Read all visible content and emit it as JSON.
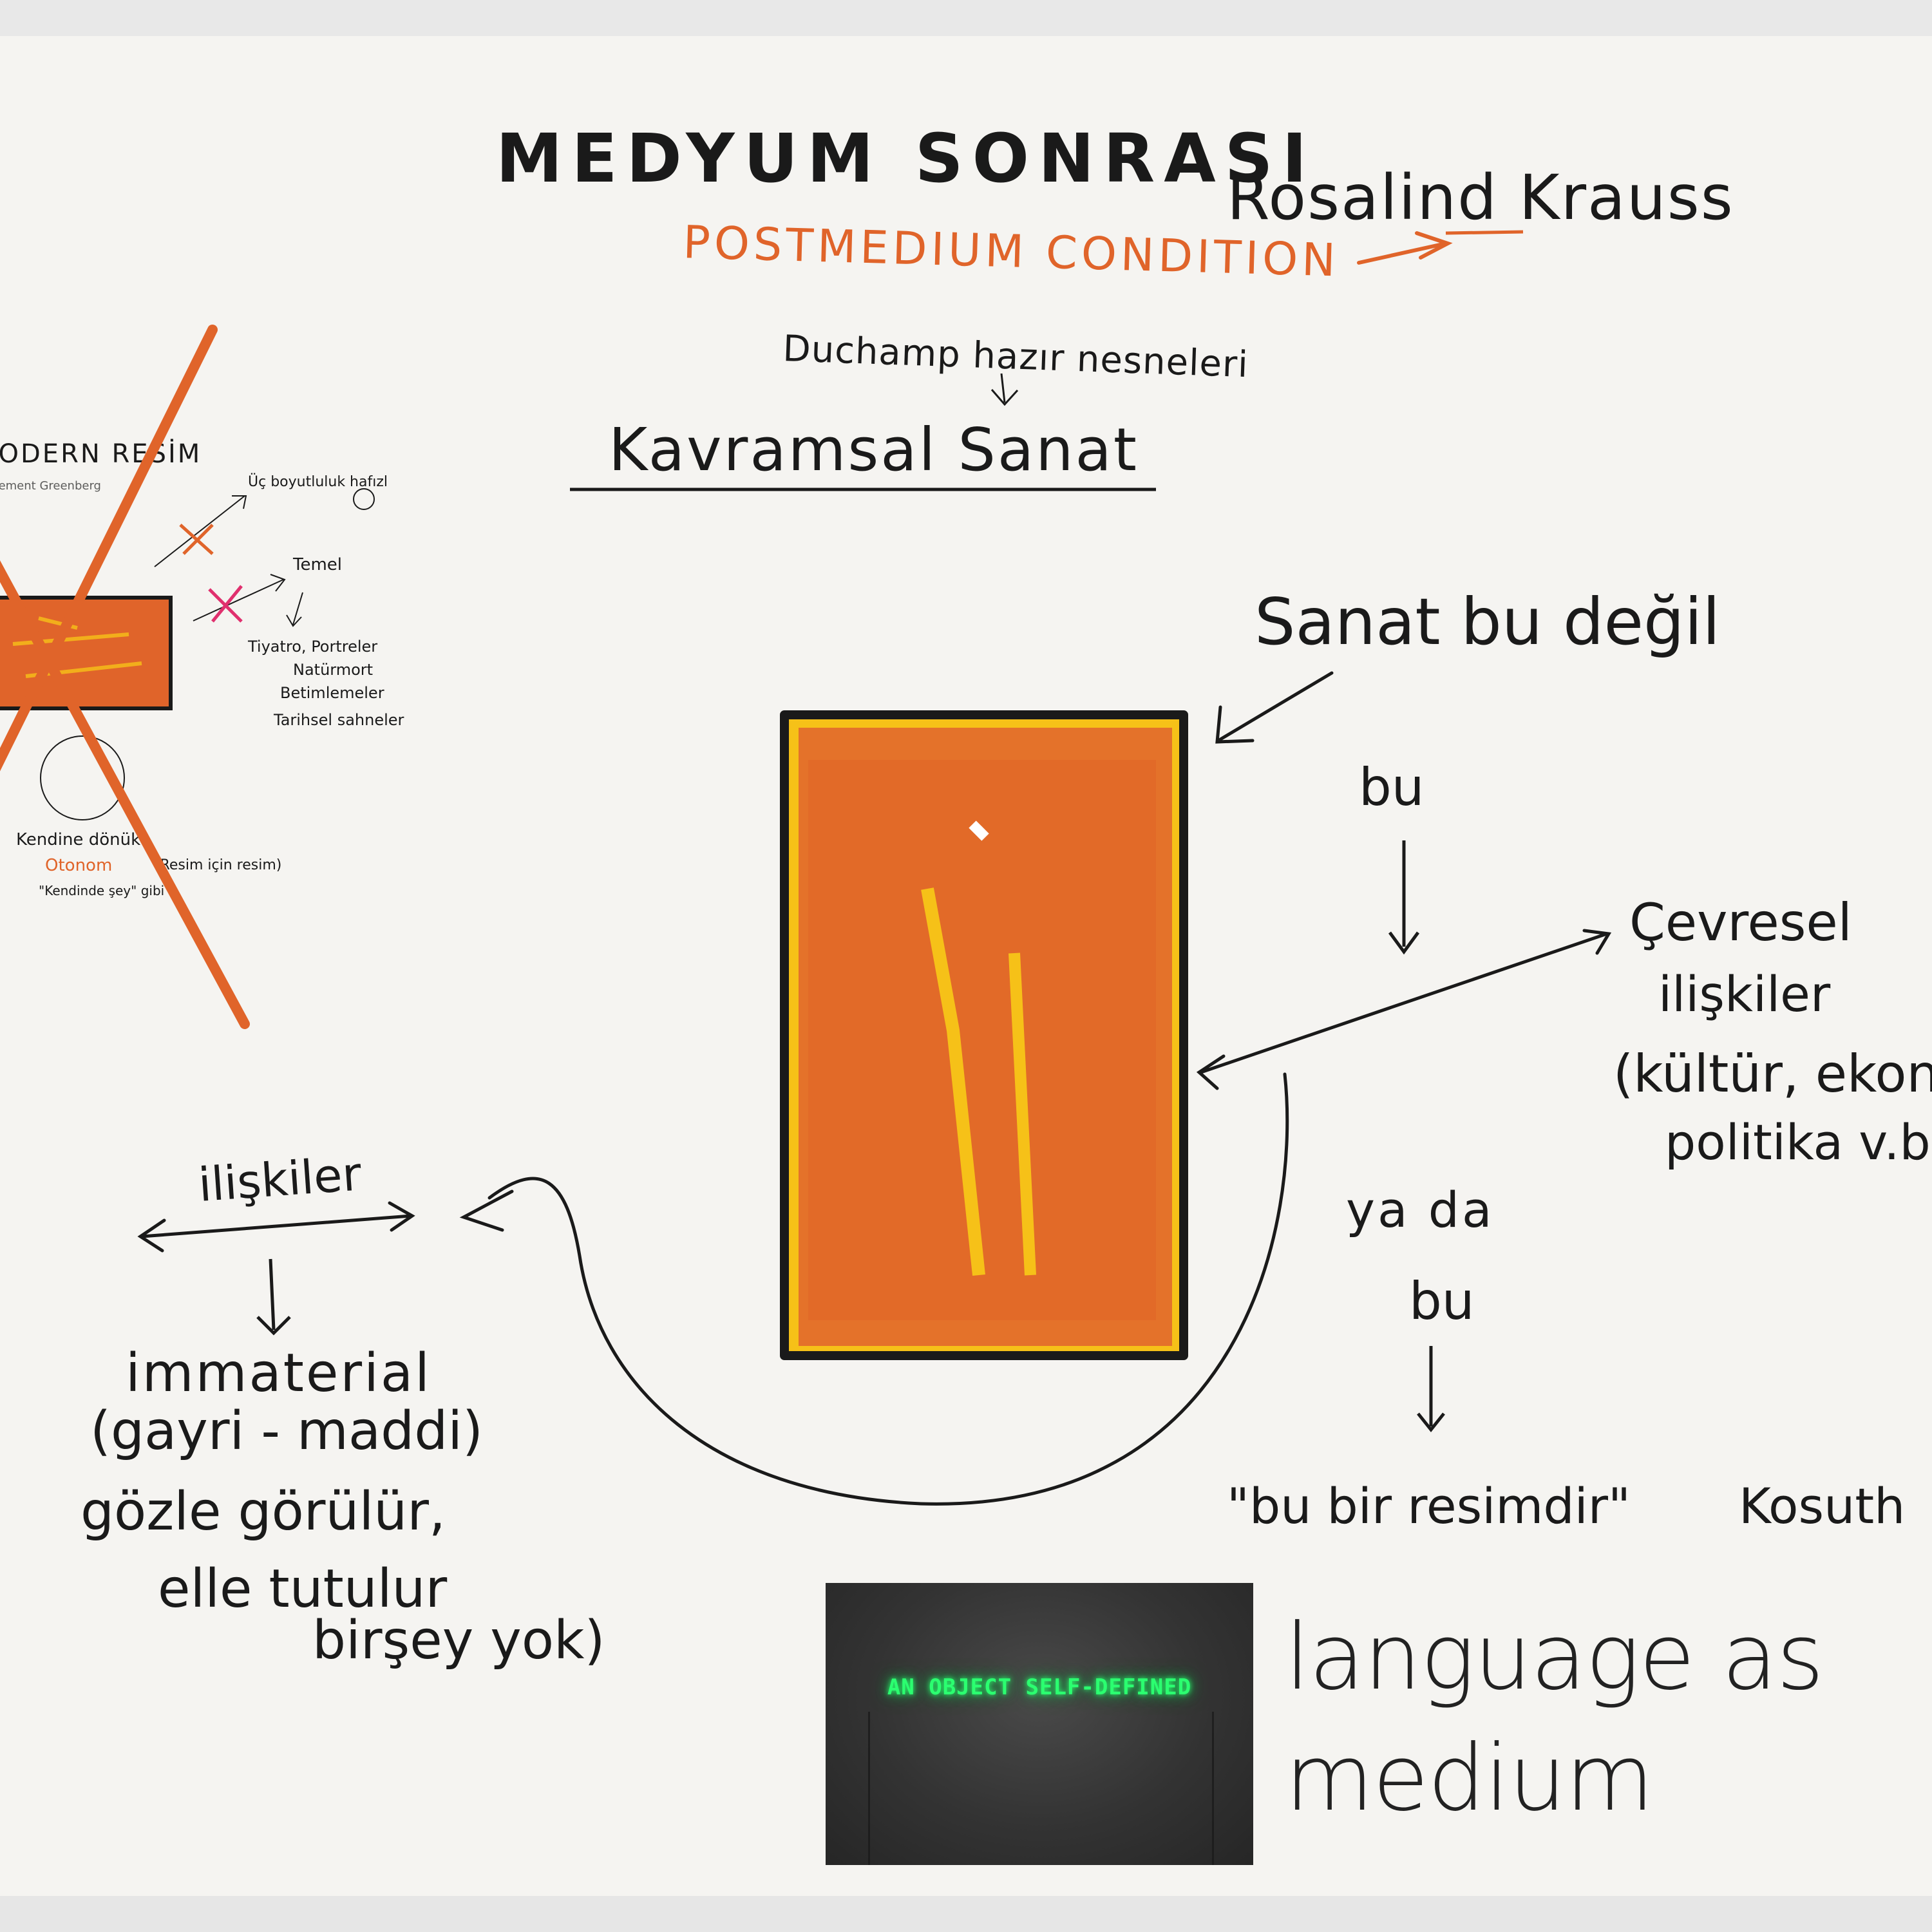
{
  "title": "MEDYUM SONRASI",
  "subtitle_orange": "POSTMEDIUM CONDITION",
  "author": "Rosalind Krauss",
  "duchamp_note": "Duchamp hazır nesneleri",
  "kavramsal": "Kavramsal Sanat",
  "left_sketch": {
    "heading": "MODERN RESİM",
    "subheading": "Clement Greenberg",
    "note1": "Üç boyutluluk hafızl",
    "note2": "Temel",
    "list": [
      "Tiyatro, Portreler",
      "Natürmort",
      "Betimlemeler",
      "Tarihsel sahneler"
    ],
    "circle_caption": "Kendine dönük",
    "otonom": "Otonom",
    "otonom_note": "(Resim için resim)",
    "quote_small": "\"Kendinde şey\" gibi"
  },
  "sanat_bu_degil": "Sanat bu değil",
  "bu1": "bu",
  "cevresel": [
    "Çevresel",
    "ilişkiler",
    "(kültür, ekonomi",
    "politika v.b.)"
  ],
  "ya_da": "ya da",
  "bu2": "bu",
  "kosuth_quote": "\"bu bir resimdir\"",
  "kosuth": "Kosuth",
  "iliskiler": "ilişkiler",
  "immaterial": [
    "immaterial",
    "(gayri - maddi)",
    "gözle görülür,",
    "elle tutulur",
    "birşey yok)"
  ],
  "neon_text": "AN OBJECT SELF-DEFINED",
  "language_as_medium": [
    "language as",
    "medium"
  ],
  "colors": {
    "orange": "#e0642a",
    "yellow": "#f6c118",
    "ink": "#1a1a1a",
    "pink": "#e0306e",
    "neon_green": "#2bff70"
  }
}
